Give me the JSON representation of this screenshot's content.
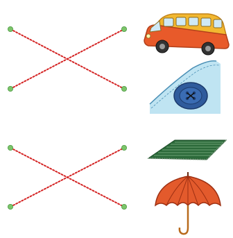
{
  "exercise": {
    "connections": [
      {
        "from": 1,
        "to": 2
      },
      {
        "from": 2,
        "to": 1
      },
      {
        "from": 3,
        "to": 4
      },
      {
        "from": 4,
        "to": 3
      }
    ],
    "pictures": [
      {
        "name": "bus-picture"
      },
      {
        "name": "button-picture"
      },
      {
        "name": "doormat-picture"
      },
      {
        "name": "umbrella-picture"
      }
    ]
  },
  "colors": {
    "dot": "#7cc56a",
    "dot_outline": "#4e9a45",
    "connector": "#d42323",
    "bus_body": "#f2b830",
    "bus_lower": "#e85a2a",
    "fabric": "#bfe4f2",
    "button": "#2f5b9c",
    "mat": "#2c6a3a",
    "umbrella": "#e35a2c"
  }
}
